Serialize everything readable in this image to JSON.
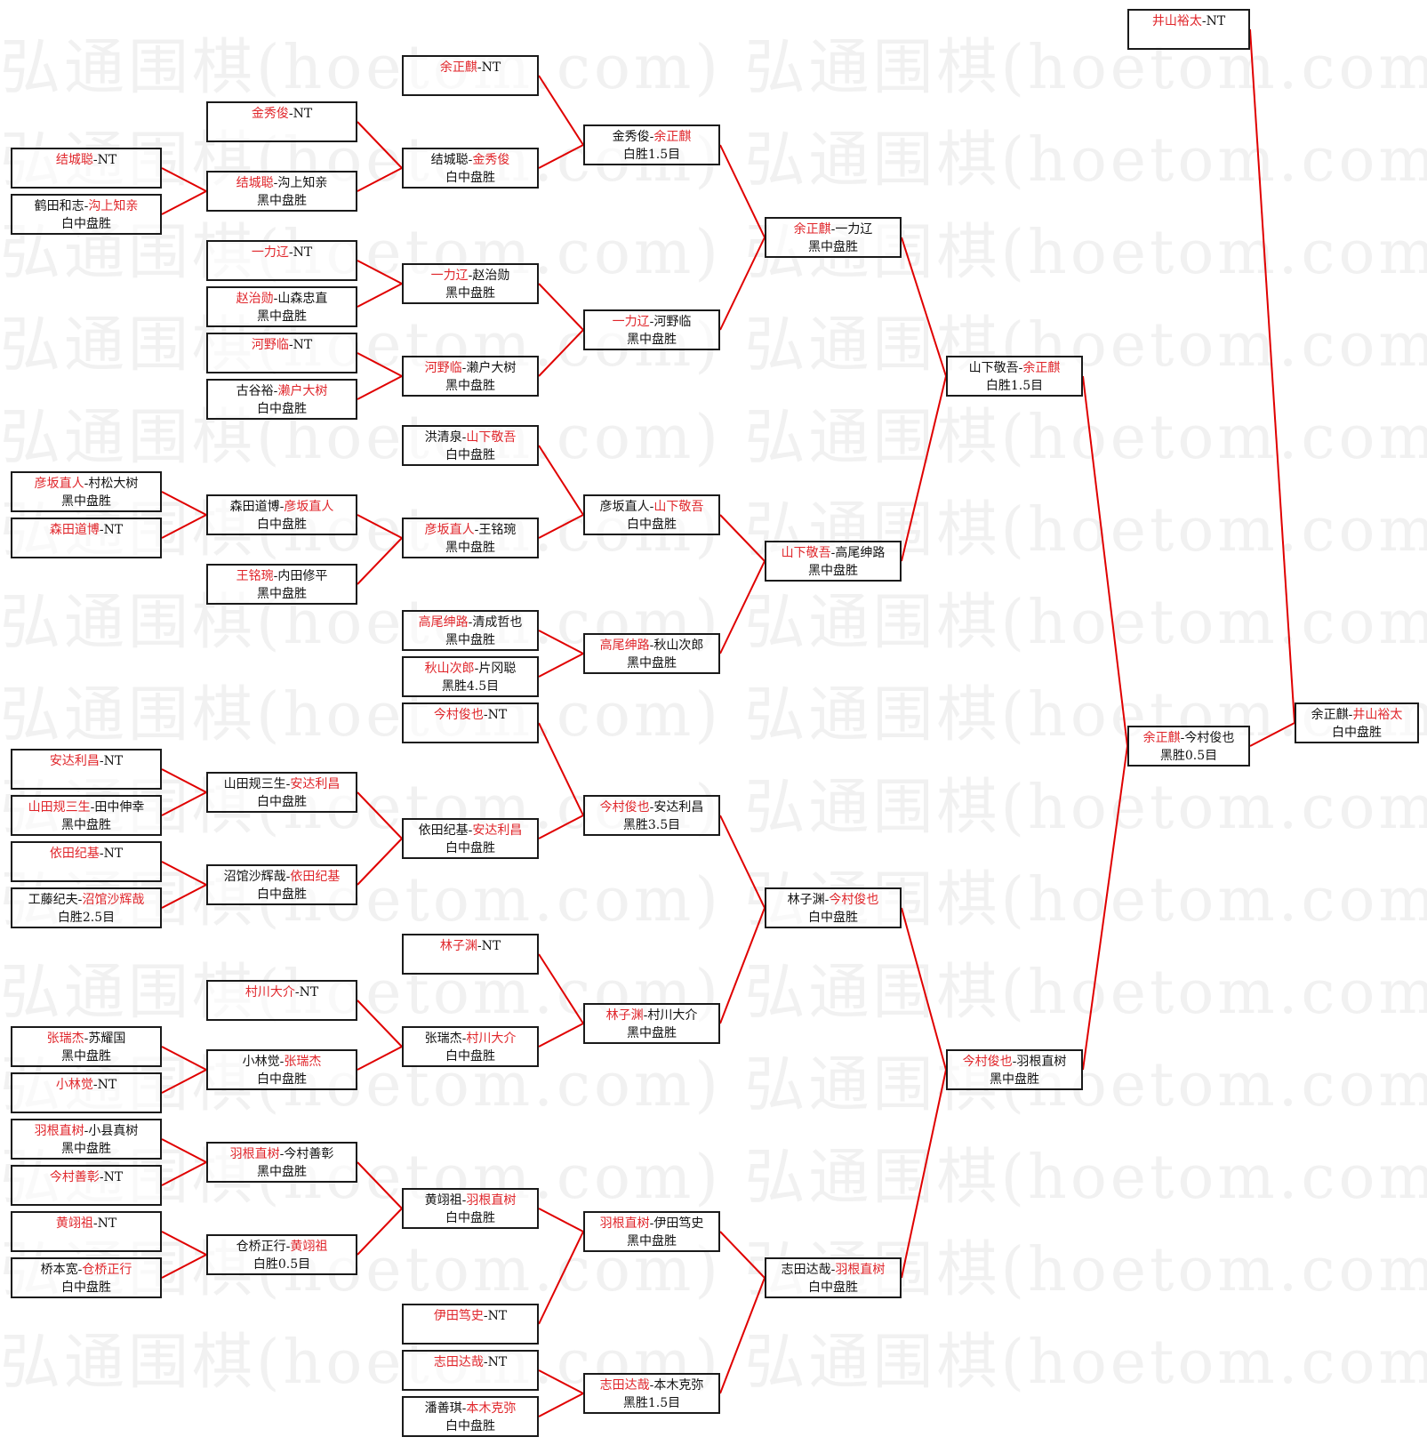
{
  "watermark": "弘通围棋(hoetom.com) 弘通围棋(hoetom.com) 弘通围棋(",
  "colors": {
    "line": "#e00000",
    "winner": "#e0262b",
    "border": "#1a1a1a"
  },
  "nodes": [
    {
      "id": "r1_jiecheng",
      "a": "结城聪",
      "b": "NT",
      "win": "a",
      "result": ""
    },
    {
      "id": "r1_hetian",
      "a": "鹤田和志",
      "b": "沟上知亲",
      "win": "b",
      "result": "白中盘胜"
    },
    {
      "id": "r1_yanban",
      "a": "彦坂直人",
      "b": "村松大树",
      "win": "a",
      "result": "黑中盘胜"
    },
    {
      "id": "r1_sentian",
      "a": "森田道博",
      "b": "NT",
      "win": "a",
      "result": ""
    },
    {
      "id": "r1_anda",
      "a": "安达利昌",
      "b": "NT",
      "win": "a",
      "result": ""
    },
    {
      "id": "r1_shantian",
      "a": "山田规三生",
      "b": "田中伸幸",
      "win": "a",
      "result": "黑中盘胜"
    },
    {
      "id": "r1_yitian",
      "a": "依田纪基",
      "b": "NT",
      "win": "a",
      "result": ""
    },
    {
      "id": "r1_gongteng",
      "a": "工藤纪夫",
      "b": "沼馆沙辉哉",
      "win": "b",
      "result": "白胜2.5目"
    },
    {
      "id": "r1_zhangrui",
      "a": "张瑞杰",
      "b": "苏耀国",
      "win": "a",
      "result": "黑中盘胜"
    },
    {
      "id": "r1_xiaolin",
      "a": "小林觉",
      "b": "NT",
      "win": "a",
      "result": ""
    },
    {
      "id": "r1_yugen",
      "a": "羽根直树",
      "b": "小县真树",
      "win": "a",
      "result": "黑中盘胜"
    },
    {
      "id": "r1_jincunshan",
      "a": "今村善彰",
      "b": "NT",
      "win": "a",
      "result": ""
    },
    {
      "id": "r1_huang",
      "a": "黄翊祖",
      "b": "NT",
      "win": "a",
      "result": ""
    },
    {
      "id": "r1_qiaoben",
      "a": "桥本宽",
      "b": "仓桥正行",
      "win": "b",
      "result": "白中盘胜"
    },
    {
      "id": "r2_jinxiu",
      "a": "金秀俊",
      "b": "NT",
      "win": "a",
      "result": ""
    },
    {
      "id": "r2_jiecheng",
      "a": "结城聪",
      "b": "沟上知亲",
      "win": "a",
      "result": "黑中盘胜"
    },
    {
      "id": "r2_yili",
      "a": "一力辽",
      "b": "NT",
      "win": "a",
      "result": ""
    },
    {
      "id": "r2_zhao",
      "a": "赵治勋",
      "b": "山森忠直",
      "win": "a",
      "result": "黑中盘胜"
    },
    {
      "id": "r2_heye",
      "a": "河野临",
      "b": "NT",
      "win": "a",
      "result": ""
    },
    {
      "id": "r2_gugu",
      "a": "古谷裕",
      "b": "濑户大树",
      "win": "b",
      "result": "白中盘胜"
    },
    {
      "id": "r2_sentian",
      "a": "森田道博",
      "b": "彦坂直人",
      "win": "b",
      "result": "白中盘胜"
    },
    {
      "id": "r2_wang",
      "a": "王铭琬",
      "b": "内田修平",
      "win": "a",
      "result": "黑中盘胜"
    },
    {
      "id": "r2_shantian",
      "a": "山田规三生",
      "b": "安达利昌",
      "win": "b",
      "result": "白中盘胜"
    },
    {
      "id": "r2_zhaoguan",
      "a": "沼馆沙辉哉",
      "b": "依田纪基",
      "win": "b",
      "result": "白中盘胜"
    },
    {
      "id": "r2_cunchuan",
      "a": "村川大介",
      "b": "NT",
      "win": "a",
      "result": ""
    },
    {
      "id": "r2_xiaolin",
      "a": "小林觉",
      "b": "张瑞杰",
      "win": "b",
      "result": "白中盘胜"
    },
    {
      "id": "r2_yugen",
      "a": "羽根直树",
      "b": "今村善彰",
      "win": "a",
      "result": "黑中盘胜"
    },
    {
      "id": "r2_cangqiao",
      "a": "仓桥正行",
      "b": "黄翊祖",
      "win": "b",
      "result": "白胜0.5目"
    },
    {
      "id": "r3_yu",
      "a": "余正麒",
      "b": "NT",
      "win": "a",
      "result": ""
    },
    {
      "id": "r3_jiecheng",
      "a": "结城聪",
      "b": "金秀俊",
      "win": "b",
      "result": "白中盘胜"
    },
    {
      "id": "r3_yili",
      "a": "一力辽",
      "b": "赵治勋",
      "win": "a",
      "result": "黑中盘胜"
    },
    {
      "id": "r3_heye",
      "a": "河野临",
      "b": "濑户大树",
      "win": "a",
      "result": "黑中盘胜"
    },
    {
      "id": "r3_hong",
      "a": "洪清泉",
      "b": "山下敬吾",
      "win": "b",
      "result": "白中盘胜"
    },
    {
      "id": "r3_yanban",
      "a": "彦坂直人",
      "b": "王铭琬",
      "win": "a",
      "result": "黑中盘胜"
    },
    {
      "id": "r3_gaowei",
      "a": "高尾绅路",
      "b": "清成哲也",
      "win": "a",
      "result": "黑中盘胜"
    },
    {
      "id": "r3_qiushan",
      "a": "秋山次郎",
      "b": "片冈聪",
      "win": "a",
      "result": "黑胜4.5目"
    },
    {
      "id": "r3_jincun",
      "a": "今村俊也",
      "b": "NT",
      "win": "a",
      "result": ""
    },
    {
      "id": "r3_yitian",
      "a": "依田纪基",
      "b": "安达利昌",
      "win": "b",
      "result": "白中盘胜"
    },
    {
      "id": "r3_linziyuan",
      "a": "林子渊",
      "b": "NT",
      "win": "a",
      "result": ""
    },
    {
      "id": "r3_zhangrui",
      "a": "张瑞杰",
      "b": "村川大介",
      "win": "b",
      "result": "白中盘胜"
    },
    {
      "id": "r3_huang",
      "a": "黄翊祖",
      "b": "羽根直树",
      "win": "b",
      "result": "白中盘胜"
    },
    {
      "id": "r3_yitianduxi",
      "a": "伊田笃史",
      "b": "NT",
      "win": "a",
      "result": ""
    },
    {
      "id": "r3_zhitian",
      "a": "志田达哉",
      "b": "NT",
      "win": "a",
      "result": ""
    },
    {
      "id": "r3_pan",
      "a": "潘善琪",
      "b": "本木克弥",
      "win": "b",
      "result": "白中盘胜"
    },
    {
      "id": "r4_jinxiu",
      "a": "金秀俊",
      "b": "余正麒",
      "win": "b",
      "result": "白胜1.5目"
    },
    {
      "id": "r4_yili",
      "a": "一力辽",
      "b": "河野临",
      "win": "a",
      "result": "黑中盘胜"
    },
    {
      "id": "r4_yanban",
      "a": "彦坂直人",
      "b": "山下敬吾",
      "win": "b",
      "result": "白中盘胜"
    },
    {
      "id": "r4_gaowei",
      "a": "高尾绅路",
      "b": "秋山次郎",
      "win": "a",
      "result": "黑中盘胜"
    },
    {
      "id": "r4_jincun",
      "a": "今村俊也",
      "b": "安达利昌",
      "win": "a",
      "result": "黑胜3.5目"
    },
    {
      "id": "r4_linziyuan",
      "a": "林子渊",
      "b": "村川大介",
      "win": "a",
      "result": "黑中盘胜"
    },
    {
      "id": "r4_yugen",
      "a": "羽根直树",
      "b": "伊田笃史",
      "win": "a",
      "result": "黑中盘胜"
    },
    {
      "id": "r4_zhitian",
      "a": "志田达哉",
      "b": "本木克弥",
      "win": "a",
      "result": "黑胜1.5目"
    },
    {
      "id": "r5_yu",
      "a": "余正麒",
      "b": "一力辽",
      "win": "a",
      "result": "黑中盘胜"
    },
    {
      "id": "r5_shanxia",
      "a": "山下敬吾",
      "b": "高尾绅路",
      "win": "a",
      "result": "黑中盘胜"
    },
    {
      "id": "r5_lin",
      "a": "林子渊",
      "b": "今村俊也",
      "win": "b",
      "result": "白中盘胜"
    },
    {
      "id": "r5_zhitian",
      "a": "志田达哉",
      "b": "羽根直树",
      "win": "b",
      "result": "白中盘胜"
    },
    {
      "id": "r6_shanxia",
      "a": "山下敬吾",
      "b": "余正麒",
      "win": "b",
      "result": "白胜1.5目"
    },
    {
      "id": "r6_jincun",
      "a": "今村俊也",
      "b": "羽根直树",
      "win": "a",
      "result": "黑中盘胜"
    },
    {
      "id": "r7_jingshan",
      "a": "井山裕太",
      "b": "NT",
      "win": "a",
      "result": ""
    },
    {
      "id": "r7_yu",
      "a": "余正麒",
      "b": "今村俊也",
      "win": "a",
      "result": "黑胜0.5目"
    },
    {
      "id": "final",
      "a": "余正麒",
      "b": "井山裕太",
      "win": "b",
      "result": "白中盘胜"
    }
  ],
  "edges": [
    [
      "r1_jiecheng",
      "r2_jiecheng"
    ],
    [
      "r1_hetian",
      "r2_jiecheng"
    ],
    [
      "r2_jinxiu",
      "r3_jiecheng"
    ],
    [
      "r2_jiecheng",
      "r3_jiecheng"
    ],
    [
      "r2_yili",
      "r3_yili"
    ],
    [
      "r2_zhao",
      "r3_yili"
    ],
    [
      "r2_heye",
      "r3_heye"
    ],
    [
      "r2_gugu",
      "r3_heye"
    ],
    [
      "r3_yu",
      "r4_jinxiu"
    ],
    [
      "r3_jiecheng",
      "r4_jinxiu"
    ],
    [
      "r3_yili",
      "r4_yili"
    ],
    [
      "r3_heye",
      "r4_yili"
    ],
    [
      "r4_jinxiu",
      "r5_yu"
    ],
    [
      "r4_yili",
      "r5_yu"
    ],
    [
      "r1_yanban",
      "r2_sentian"
    ],
    [
      "r1_sentian",
      "r2_sentian"
    ],
    [
      "r2_sentian",
      "r3_yanban"
    ],
    [
      "r2_wang",
      "r3_yanban"
    ],
    [
      "r3_hong",
      "r4_yanban"
    ],
    [
      "r3_yanban",
      "r4_yanban"
    ],
    [
      "r3_gaowei",
      "r4_gaowei"
    ],
    [
      "r3_qiushan",
      "r4_gaowei"
    ],
    [
      "r4_yanban",
      "r5_shanxia"
    ],
    [
      "r4_gaowei",
      "r5_shanxia"
    ],
    [
      "r5_yu",
      "r6_shanxia"
    ],
    [
      "r5_shanxia",
      "r6_shanxia"
    ],
    [
      "r1_anda",
      "r2_shantian"
    ],
    [
      "r1_shantian",
      "r2_shantian"
    ],
    [
      "r1_yitian",
      "r2_zhaoguan"
    ],
    [
      "r1_gongteng",
      "r2_zhaoguan"
    ],
    [
      "r2_shantian",
      "r3_yitian"
    ],
    [
      "r2_zhaoguan",
      "r3_yitian"
    ],
    [
      "r3_jincun",
      "r4_jincun"
    ],
    [
      "r3_yitian",
      "r4_jincun"
    ],
    [
      "r1_zhangrui",
      "r2_xiaolin"
    ],
    [
      "r1_xiaolin",
      "r2_xiaolin"
    ],
    [
      "r2_cunchuan",
      "r3_zhangrui"
    ],
    [
      "r2_xiaolin",
      "r3_zhangrui"
    ],
    [
      "r3_linziyuan",
      "r4_linziyuan"
    ],
    [
      "r3_zhangrui",
      "r4_linziyuan"
    ],
    [
      "r4_jincun",
      "r5_lin"
    ],
    [
      "r4_linziyuan",
      "r5_lin"
    ],
    [
      "r1_yugen",
      "r2_yugen"
    ],
    [
      "r1_jincunshan",
      "r2_yugen"
    ],
    [
      "r1_huang",
      "r2_cangqiao"
    ],
    [
      "r1_qiaoben",
      "r2_cangqiao"
    ],
    [
      "r2_yugen",
      "r3_huang"
    ],
    [
      "r2_cangqiao",
      "r3_huang"
    ],
    [
      "r3_huang",
      "r4_yugen"
    ],
    [
      "r3_yitianduxi",
      "r4_yugen"
    ],
    [
      "r3_zhitian",
      "r4_zhitian"
    ],
    [
      "r3_pan",
      "r4_zhitian"
    ],
    [
      "r4_yugen",
      "r5_zhitian"
    ],
    [
      "r4_zhitian",
      "r5_zhitian"
    ],
    [
      "r5_lin",
      "r6_jincun"
    ],
    [
      "r5_zhitian",
      "r6_jincun"
    ],
    [
      "r6_shanxia",
      "r7_yu"
    ],
    [
      "r6_jincun",
      "r7_yu"
    ],
    [
      "r7_jingshan",
      "final"
    ],
    [
      "r7_yu",
      "final"
    ]
  ]
}
